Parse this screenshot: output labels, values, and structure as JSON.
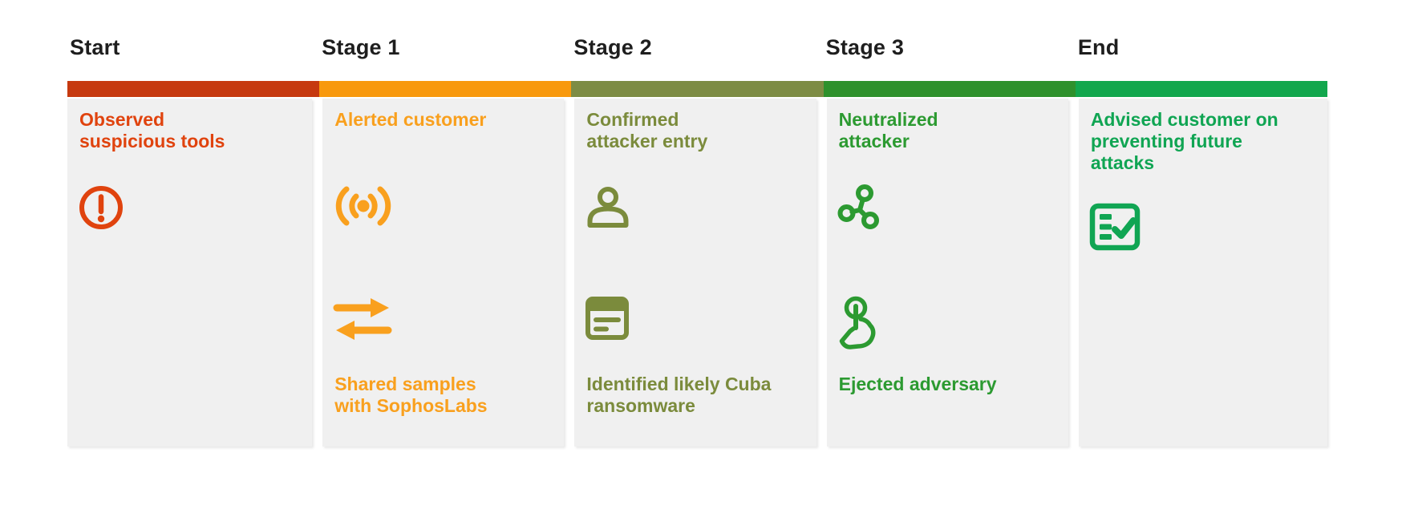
{
  "page": {
    "background_color": "#ffffff",
    "header_text_color": "#1e1e1e",
    "panel_background_color": "#f0f0f0"
  },
  "timeline": {
    "columns": [
      {
        "header": "Start",
        "bar_color": "#c6390f",
        "accent_color": "#e0430e",
        "title": "Observed\nsuspicious tools",
        "icons": [
          "alert-circle"
        ]
      },
      {
        "header": "Stage 1",
        "bar_color": "#f8990d",
        "accent_color": "#f9a01e",
        "title": "Alerted customer",
        "icons": [
          "broadcast",
          "swap-arrows"
        ],
        "caption": "Shared samples\nwith SophosLabs"
      },
      {
        "header": "Stage 2",
        "bar_color": "#7d8c44",
        "accent_color": "#7b8b3c",
        "title": "Confirmed\nattacker entry",
        "icons": [
          "person",
          "report"
        ],
        "caption": "Identified likely Cuba\nransomware"
      },
      {
        "header": "Stage 3",
        "bar_color": "#2e912c",
        "accent_color": "#2c9a31",
        "title": "Neutralized\nattacker",
        "icons": [
          "containment",
          "tap-hand"
        ],
        "caption": "Ejected adversary"
      },
      {
        "header": "End",
        "bar_color": "#12a74d",
        "accent_color": "#10a553",
        "title": "Advised customer on\npreventing future\nattacks",
        "icons": [
          "checklist"
        ]
      }
    ]
  }
}
